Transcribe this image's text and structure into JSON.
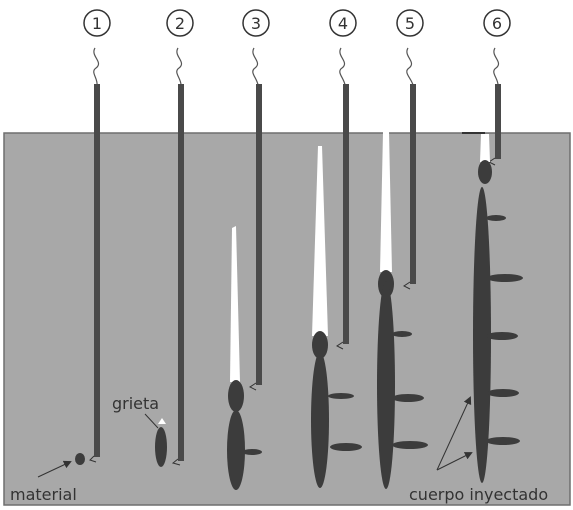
{
  "diagram": {
    "step_labels": [
      "1",
      "2",
      "3",
      "4",
      "5",
      "6"
    ],
    "annotations": {
      "material": "material",
      "crack": "grieta",
      "injected_body": "cuerpo inyectado"
    },
    "colors": {
      "ground": "#a8a8a8",
      "ground_edge": "#6f6f6f",
      "tube": "#4a4a4a",
      "body": "#3c3c3c",
      "fracture": "#ffffff",
      "text": "#333333"
    }
  }
}
